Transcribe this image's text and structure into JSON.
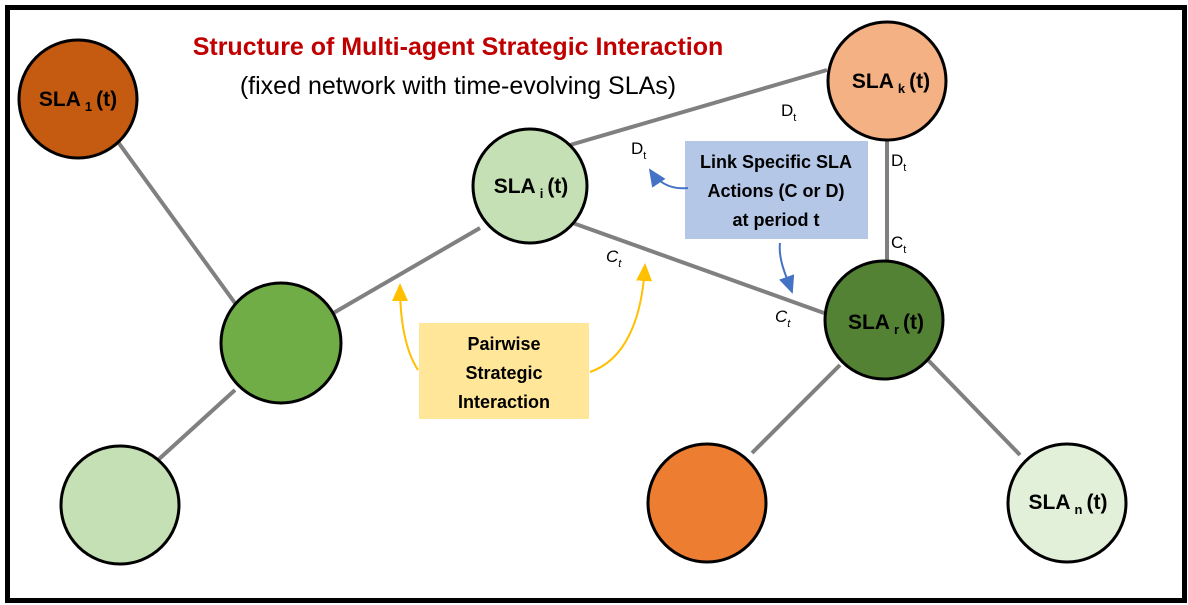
{
  "title": "Structure of Multi-agent Strategic Interaction",
  "subtitle": "(fixed network with time-evolving SLAs)",
  "nodes": {
    "sla1": {
      "base": "SLA",
      "sub": "1",
      "suffix": "(t)",
      "color": "#c55a11"
    },
    "slai": {
      "base": "SLA",
      "sub": "i",
      "suffix": "(t)",
      "color": "#c5e0b4"
    },
    "slak": {
      "base": "SLA",
      "sub": "k",
      "suffix": "(t)",
      "color": "#f4b183"
    },
    "slar": {
      "base": "SLA",
      "sub": "r",
      "suffix": "(t)",
      "color": "#548235"
    },
    "slan": {
      "base": "SLA",
      "sub": "n",
      "suffix": "(t)",
      "color": "#e2f0d9"
    },
    "mid_green": {
      "color": "#70ad47"
    },
    "bottom_left": {
      "color": "#c5e0b4"
    },
    "bottom_orange": {
      "color": "#ed7d31"
    }
  },
  "edge_labels": {
    "dt_ik": {
      "base": "D",
      "sub": "t"
    },
    "dt_near_i": {
      "base": "D",
      "sub": "t"
    },
    "dt_kr": {
      "base": "D",
      "sub": "t"
    },
    "ct_kr": {
      "base": "C",
      "sub": "t"
    },
    "ct_i": {
      "base": "C",
      "sub": "t"
    },
    "ct_r": {
      "base": "C",
      "sub": "t"
    }
  },
  "link_box": {
    "lines": [
      "Link Specific SLA",
      "Actions (C or D)",
      "at period t"
    ],
    "color": "#b4c7e7"
  },
  "pairwise_box": {
    "lines": [
      "Pairwise",
      "Strategic",
      "Interaction"
    ],
    "color": "#ffe699"
  },
  "colors": {
    "edge": "#808080",
    "blue_arrow": "#4472c4",
    "yellow_arrow": "#ffc000"
  }
}
